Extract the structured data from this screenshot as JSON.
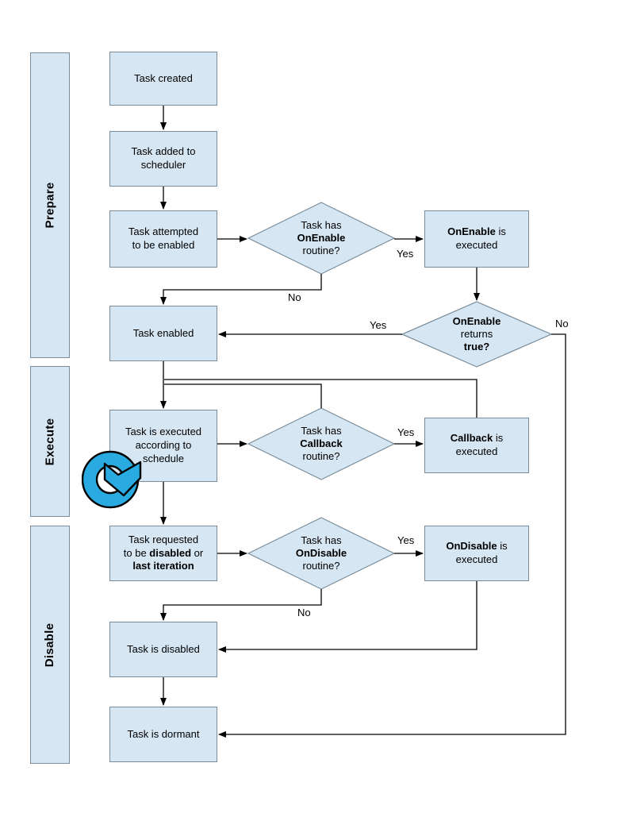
{
  "colors": {
    "background": "#ffffff",
    "node_fill": "#d6e6f3",
    "node_border": "#7a8c99",
    "connector": "#000000",
    "text": "#000000",
    "loop_icon_fill": "#29abe2",
    "loop_icon_outline": "#000000"
  },
  "phases": [
    {
      "id": "prepare",
      "label": "Prepare"
    },
    {
      "id": "execute",
      "label": "Execute"
    },
    {
      "id": "disable",
      "label": "Disable"
    }
  ],
  "edge_labels": {
    "yes": "Yes",
    "no": "No"
  },
  "nodes": {
    "task_created": {
      "type": "process",
      "text": "Task created",
      "segments": [
        {
          "t": "Task created"
        }
      ]
    },
    "task_added": {
      "type": "process",
      "text": "Task added to scheduler",
      "segments": [
        {
          "t": "Task added to\nscheduler"
        }
      ]
    },
    "task_attempted": {
      "type": "process",
      "text": "Task attempted to be enabled",
      "segments": [
        {
          "t": "Task attempted\nto be enabled"
        }
      ]
    },
    "has_onenable": {
      "type": "decision",
      "text": "Task has OnEnable routine?",
      "segments": [
        {
          "t": "Task has\n"
        },
        {
          "t": "OnEnable",
          "b": true
        },
        {
          "t": "\nroutine?"
        }
      ]
    },
    "onenable_executed": {
      "type": "process",
      "text": "OnEnable is executed",
      "segments": [
        {
          "t": "OnEnable",
          "b": true
        },
        {
          "t": " is\nexecuted"
        }
      ]
    },
    "task_enabled": {
      "type": "process",
      "text": "Task enabled",
      "segments": [
        {
          "t": "Task enabled"
        }
      ]
    },
    "onenable_returns_true": {
      "type": "decision",
      "text": "OnEnable returns true?",
      "segments": [
        {
          "t": "OnEnable",
          "b": true
        },
        {
          "t": "\nreturns\n"
        },
        {
          "t": "true?",
          "b": true
        }
      ]
    },
    "task_executed": {
      "type": "process",
      "text": "Task is executed according to schedule",
      "segments": [
        {
          "t": "Task is executed\naccording to\nschedule"
        }
      ]
    },
    "has_callback": {
      "type": "decision",
      "text": "Task has Callback routine?",
      "segments": [
        {
          "t": "Task has\n"
        },
        {
          "t": "Callback",
          "b": true
        },
        {
          "t": "\nroutine?"
        }
      ]
    },
    "callback_executed": {
      "type": "process",
      "text": "Callback is executed",
      "segments": [
        {
          "t": "Callback",
          "b": true
        },
        {
          "t": " is\nexecuted"
        }
      ]
    },
    "task_requested_disabled": {
      "type": "process",
      "text": "Task requested to be disabled or last iteration",
      "segments": [
        {
          "t": "Task requested\nto be "
        },
        {
          "t": "disabled",
          "b": true
        },
        {
          "t": " or\n"
        },
        {
          "t": "last iteration",
          "b": true
        }
      ]
    },
    "has_ondisable": {
      "type": "decision",
      "text": "Task has OnDisable routine?",
      "segments": [
        {
          "t": "Task has\n"
        },
        {
          "t": "OnDisable",
          "b": true
        },
        {
          "t": "\nroutine?"
        }
      ]
    },
    "ondisable_executed": {
      "type": "process",
      "text": "OnDisable is executed",
      "segments": [
        {
          "t": "OnDisable",
          "b": true
        },
        {
          "t": " is\nexecuted"
        }
      ]
    },
    "task_disabled": {
      "type": "process",
      "text": "Task is disabled",
      "segments": [
        {
          "t": "Task is disabled"
        }
      ]
    },
    "task_dormant": {
      "type": "process",
      "text": "Task is dormant",
      "segments": [
        {
          "t": "Task is dormant"
        }
      ]
    }
  }
}
